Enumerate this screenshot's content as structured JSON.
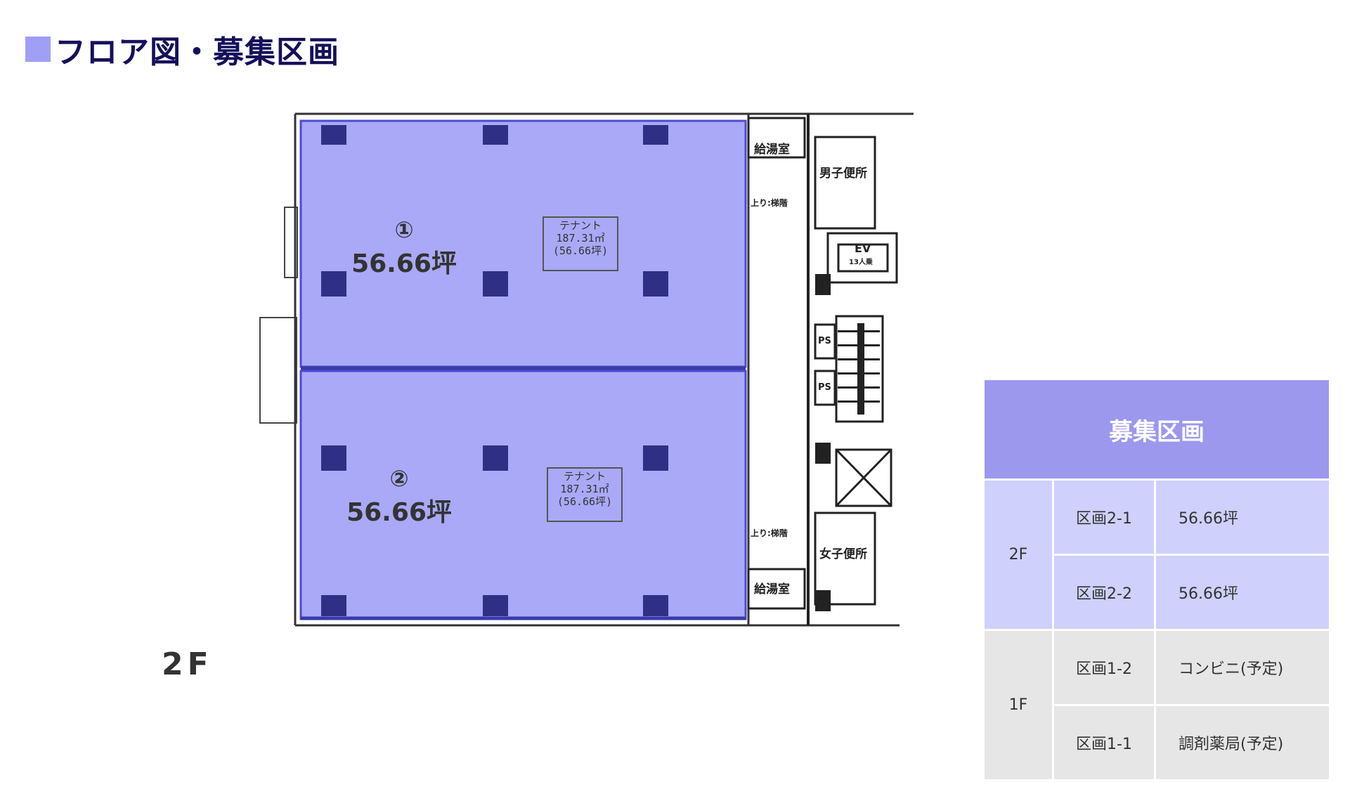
{
  "page": {
    "title": "フロア図・募集区画",
    "floor_label": "2F"
  },
  "plan": {
    "unit1": {
      "number": "①",
      "area": "56.66坪"
    },
    "unit2": {
      "number": "②",
      "area": "56.66坪"
    },
    "tenant_box": {
      "line1": "テナント",
      "line2": "187.31㎡",
      "line3": "(56.66坪)"
    },
    "rooms": {
      "kitchen_top": "給湯室",
      "kitchen_bottom": "給湯室",
      "mens_toilet": "男子便所",
      "womens_toilet": "女子便所",
      "stair_top": "上り:梯階",
      "stair_bottom": "上り:梯階",
      "ev": "EV",
      "ev_capacity": "13人乗",
      "ps1": "PS",
      "ps2": "PS"
    },
    "highlight_color": "#a9a9f7",
    "column_color": "#2f3085"
  },
  "table": {
    "header": "募集区画",
    "rows": [
      {
        "floor": "2F",
        "section": "区画2-1",
        "value": "56.66坪"
      },
      {
        "floor": "2F",
        "section": "区画2-2",
        "value": "56.66坪"
      },
      {
        "floor": "1F",
        "section": "区画1-2",
        "value": "コンビニ(予定)"
      },
      {
        "floor": "1F",
        "section": "区画1-1",
        "value": "調剤薬局(予定)"
      }
    ],
    "colors": {
      "header": "#9b98ee",
      "floor2": "#cfd0fb",
      "floor1": "#e6e6e6"
    }
  }
}
